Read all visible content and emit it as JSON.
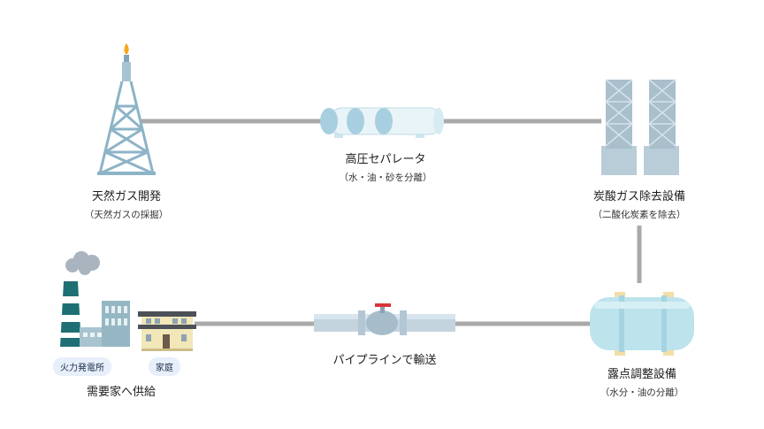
{
  "nodes": {
    "gas_dev": {
      "title": "天然ガス開発",
      "sub": "（天然ガスの採掘）"
    },
    "separator": {
      "title": "高圧セパレータ",
      "sub": "（水・油・砂を分離）"
    },
    "co2": {
      "title": "炭酸ガス除去設備",
      "sub": "（二酸化炭素を除去）"
    },
    "dew": {
      "title": "露点調整設備",
      "sub": "（水分・油の分離）"
    },
    "pipeline": {
      "title": "パイプラインで輸送"
    },
    "consumer": {
      "title": "需要家へ供給",
      "badge_power": "火力発電所",
      "badge_home": "家庭"
    }
  },
  "colors": {
    "pipe": "#a9a9a9",
    "tower": "#a8c4d4",
    "vessel": "#bde3ec",
    "navy": "#203a52",
    "teal": "#1e6f73",
    "flame": "#f6a81b"
  }
}
